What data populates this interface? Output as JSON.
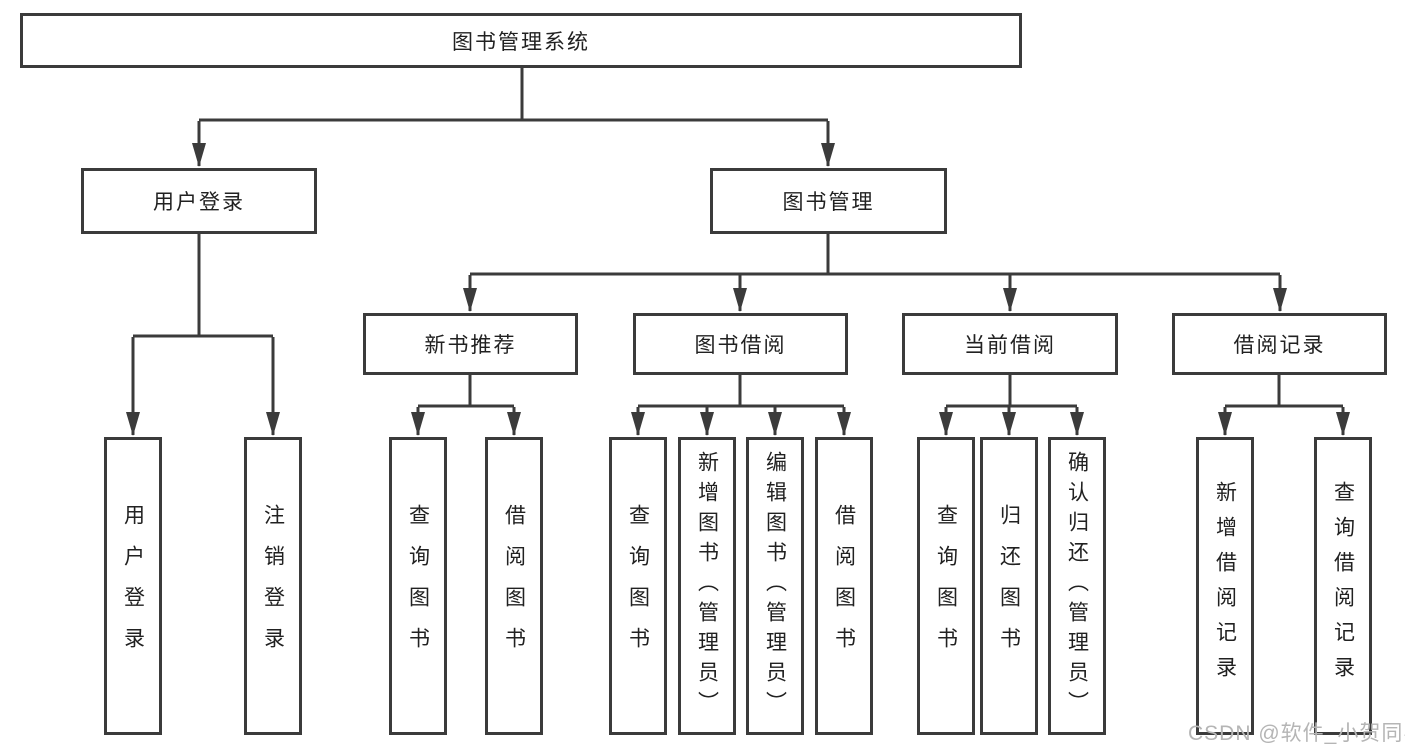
{
  "diagram": {
    "type": "tree",
    "colors": {
      "line": "#3b3b3b",
      "box_border": "#3b3b3b",
      "text": "#212121",
      "background": "#ffffff",
      "watermark_text": "#b5b5b5"
    },
    "tree": {
      "label": "图书管理系统",
      "children": [
        {
          "label": "用户登录",
          "children": [
            {
              "label": "用户登录"
            },
            {
              "label": "注销登录"
            }
          ]
        },
        {
          "label": "图书管理",
          "children": [
            {
              "label": "新书推荐",
              "children": [
                {
                  "label": "查询图书"
                },
                {
                  "label": "借阅图书"
                }
              ]
            },
            {
              "label": "图书借阅",
              "children": [
                {
                  "label": "查询图书"
                },
                {
                  "label": "新增图书（管理员）"
                },
                {
                  "label": "编辑图书（管理员）"
                },
                {
                  "label": "借阅图书"
                }
              ]
            },
            {
              "label": "当前借阅",
              "children": [
                {
                  "label": "查询图书"
                },
                {
                  "label": "归还图书"
                },
                {
                  "label": "确认归还（管理员）"
                }
              ]
            },
            {
              "label": "借阅记录",
              "children": [
                {
                  "label": "新增借阅记录"
                },
                {
                  "label": "查询借阅记录"
                }
              ]
            }
          ]
        }
      ]
    },
    "watermark": {
      "text": "CSDN @软件_小贺同学"
    }
  }
}
